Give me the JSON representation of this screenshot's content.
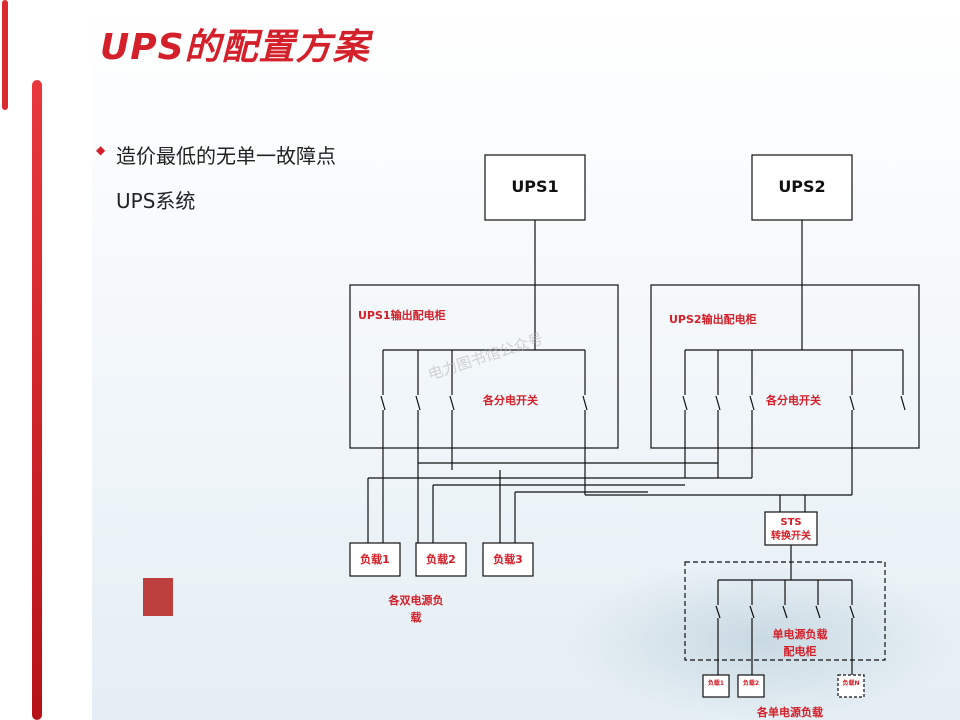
{
  "slide": {
    "title": "UPS的配置方案",
    "bullet_line1": "造价最低的无单一故障点",
    "bullet_line2": "UPS系统"
  },
  "diagram": {
    "ups1": "UPS1",
    "ups2": "UPS2",
    "panel1": "UPS1输出配电柜",
    "panel2": "UPS2输出配电柜",
    "switches1": "各分电开关",
    "switches2": "各分电开关",
    "load1": "负载1",
    "load2": "负载2",
    "load3": "负载3",
    "dual_caption_1": "各双电源负",
    "dual_caption_2": "载",
    "sts_1": "STS",
    "sts_2": "转换开关",
    "single_panel_1": "单电源负载",
    "single_panel_2": "配电柜",
    "small_load1": "负载1",
    "small_load2": "负载2",
    "small_loadn": "负载N",
    "single_caption": "各单电源负载",
    "watermark": "电力图书馆公众号"
  },
  "colors": {
    "title": "#d4202a",
    "accent": "#d4202a",
    "line": "#111111"
  }
}
